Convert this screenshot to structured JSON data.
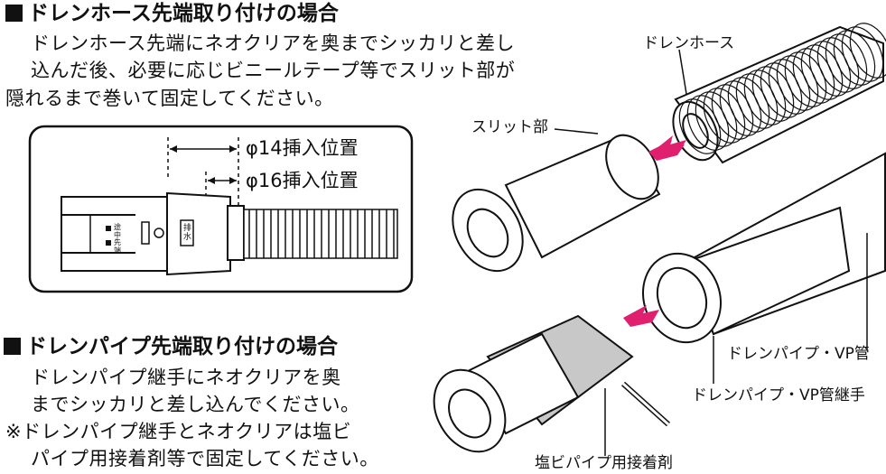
{
  "section1": {
    "heading": "ドレンホース先端取り付けの場合",
    "lines": [
      "ドレンホース先端にネオクリアを奥までシッカリと差し",
      "込んだ後、必要に応じビニールテープ等でスリット部が",
      "隠れるまで巻いて固定してください。"
    ],
    "diagram": {
      "label_phi14": "φ14挿入位置",
      "label_phi16": "φ16挿入位置",
      "marks": {
        "drain": "排水",
        "mid": "途中",
        "tip": "先端"
      }
    }
  },
  "section2": {
    "heading": "ドレンパイプ先端取り付けの場合",
    "lines": [
      "ドレンパイプ継手にネオクリアを奥",
      "までシッカリと差し込んでください。",
      "※ドレンパイプ継手とネオクリアは塩ビ",
      "パイプ用接着剤等で固定してください。"
    ]
  },
  "callouts": {
    "drain_hose": "ドレンホース",
    "slit": "スリット部",
    "drain_pipe": "ドレンパイプ・VP管",
    "drain_pipe_joint": "ドレンパイプ・VP管継手",
    "adhesive": "塩ビパイプ用接着剤"
  },
  "colors": {
    "ink": "#111111",
    "arrow": "#e0206f",
    "tape_gray": "#c8c8c8"
  }
}
